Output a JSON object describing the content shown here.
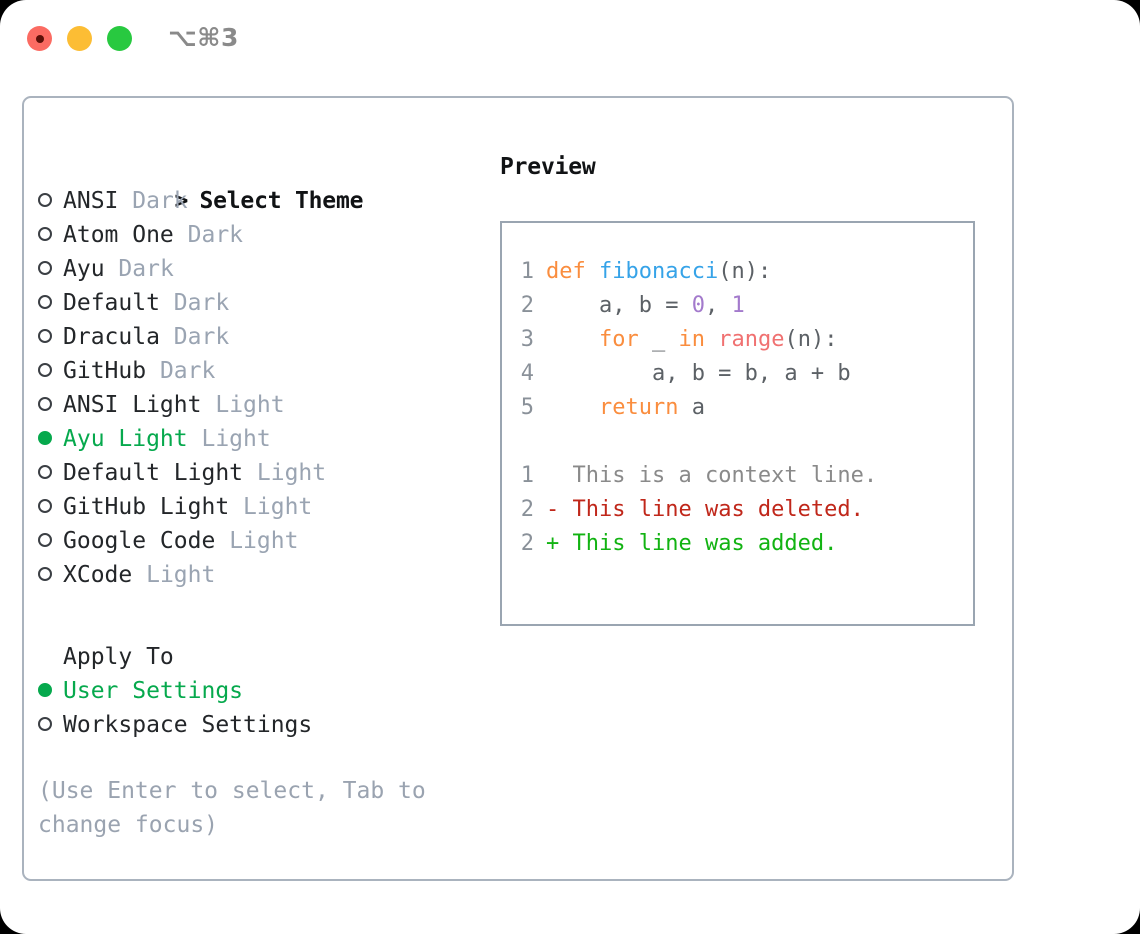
{
  "titlebar": {
    "shortcut": "⌥⌘3",
    "lights": [
      "close-red",
      "minimize-yellow",
      "maximize-green"
    ]
  },
  "left": {
    "header": {
      "prefix": "> ",
      "label": "Select Theme"
    },
    "themes": [
      {
        "name": "ANSI",
        "kind": "Dark",
        "selected": false
      },
      {
        "name": "Atom One",
        "kind": "Dark",
        "selected": false
      },
      {
        "name": "Ayu",
        "kind": "Dark",
        "selected": false
      },
      {
        "name": "Default",
        "kind": "Dark",
        "selected": false
      },
      {
        "name": "Dracula",
        "kind": "Dark",
        "selected": false
      },
      {
        "name": "GitHub",
        "kind": "Dark",
        "selected": false
      },
      {
        "name": "ANSI Light",
        "kind": "Light",
        "selected": false
      },
      {
        "name": "Ayu Light",
        "kind": "Light",
        "selected": true
      },
      {
        "name": "Default Light",
        "kind": "Light",
        "selected": false
      },
      {
        "name": "GitHub Light",
        "kind": "Light",
        "selected": false
      },
      {
        "name": "Google Code",
        "kind": "Light",
        "selected": false
      },
      {
        "name": "XCode",
        "kind": "Light",
        "selected": false
      }
    ],
    "apply_to": {
      "label": "Apply To",
      "options": [
        {
          "name": "User Settings",
          "selected": true
        },
        {
          "name": "Workspace Settings",
          "selected": false
        }
      ]
    },
    "hint": "(Use Enter to select, Tab to change focus)"
  },
  "right": {
    "title": "Preview",
    "code_lines": [
      {
        "no": "1",
        "tokens": [
          {
            "t": "def",
            "c": "kw"
          },
          {
            "t": " ",
            "c": "plain"
          },
          {
            "t": "fibonacci",
            "c": "fn"
          },
          {
            "t": "(n):",
            "c": "plain"
          }
        ]
      },
      {
        "no": "2",
        "tokens": [
          {
            "t": "    a, b = ",
            "c": "plain"
          },
          {
            "t": "0",
            "c": "num"
          },
          {
            "t": ", ",
            "c": "plain"
          },
          {
            "t": "1",
            "c": "num"
          }
        ]
      },
      {
        "no": "3",
        "tokens": [
          {
            "t": "    ",
            "c": "plain"
          },
          {
            "t": "for",
            "c": "kw"
          },
          {
            "t": " _ ",
            "c": "plain"
          },
          {
            "t": "in",
            "c": "kw"
          },
          {
            "t": " ",
            "c": "plain"
          },
          {
            "t": "range",
            "c": "bi"
          },
          {
            "t": "(n):",
            "c": "plain"
          }
        ]
      },
      {
        "no": "4",
        "tokens": [
          {
            "t": "        a, b = b, a + b",
            "c": "plain"
          }
        ]
      },
      {
        "no": "5",
        "tokens": [
          {
            "t": "    ",
            "c": "plain"
          },
          {
            "t": "return",
            "c": "kw"
          },
          {
            "t": " a",
            "c": "plain"
          }
        ]
      }
    ],
    "diff_lines": [
      {
        "no": "1",
        "sign": "  ",
        "text": "This is a context line.",
        "cls": "ctx"
      },
      {
        "no": "2",
        "sign": "- ",
        "text": "This line was deleted.",
        "cls": "del"
      },
      {
        "no": "2",
        "sign": "+ ",
        "text": "This line was added.",
        "cls": "add"
      }
    ]
  },
  "colors": {
    "accent_green": "#06a94d",
    "keyword_orange": "#fa8d3e",
    "function_blue": "#36a3e8",
    "number_purple": "#a37acc",
    "builtin_red": "#f07171",
    "muted_gray": "#9aa4b2",
    "diff_delete": "#c0271a",
    "diff_add": "#12b312",
    "panel_border": "#aab3be",
    "preview_border": "#9aa5b1"
  }
}
